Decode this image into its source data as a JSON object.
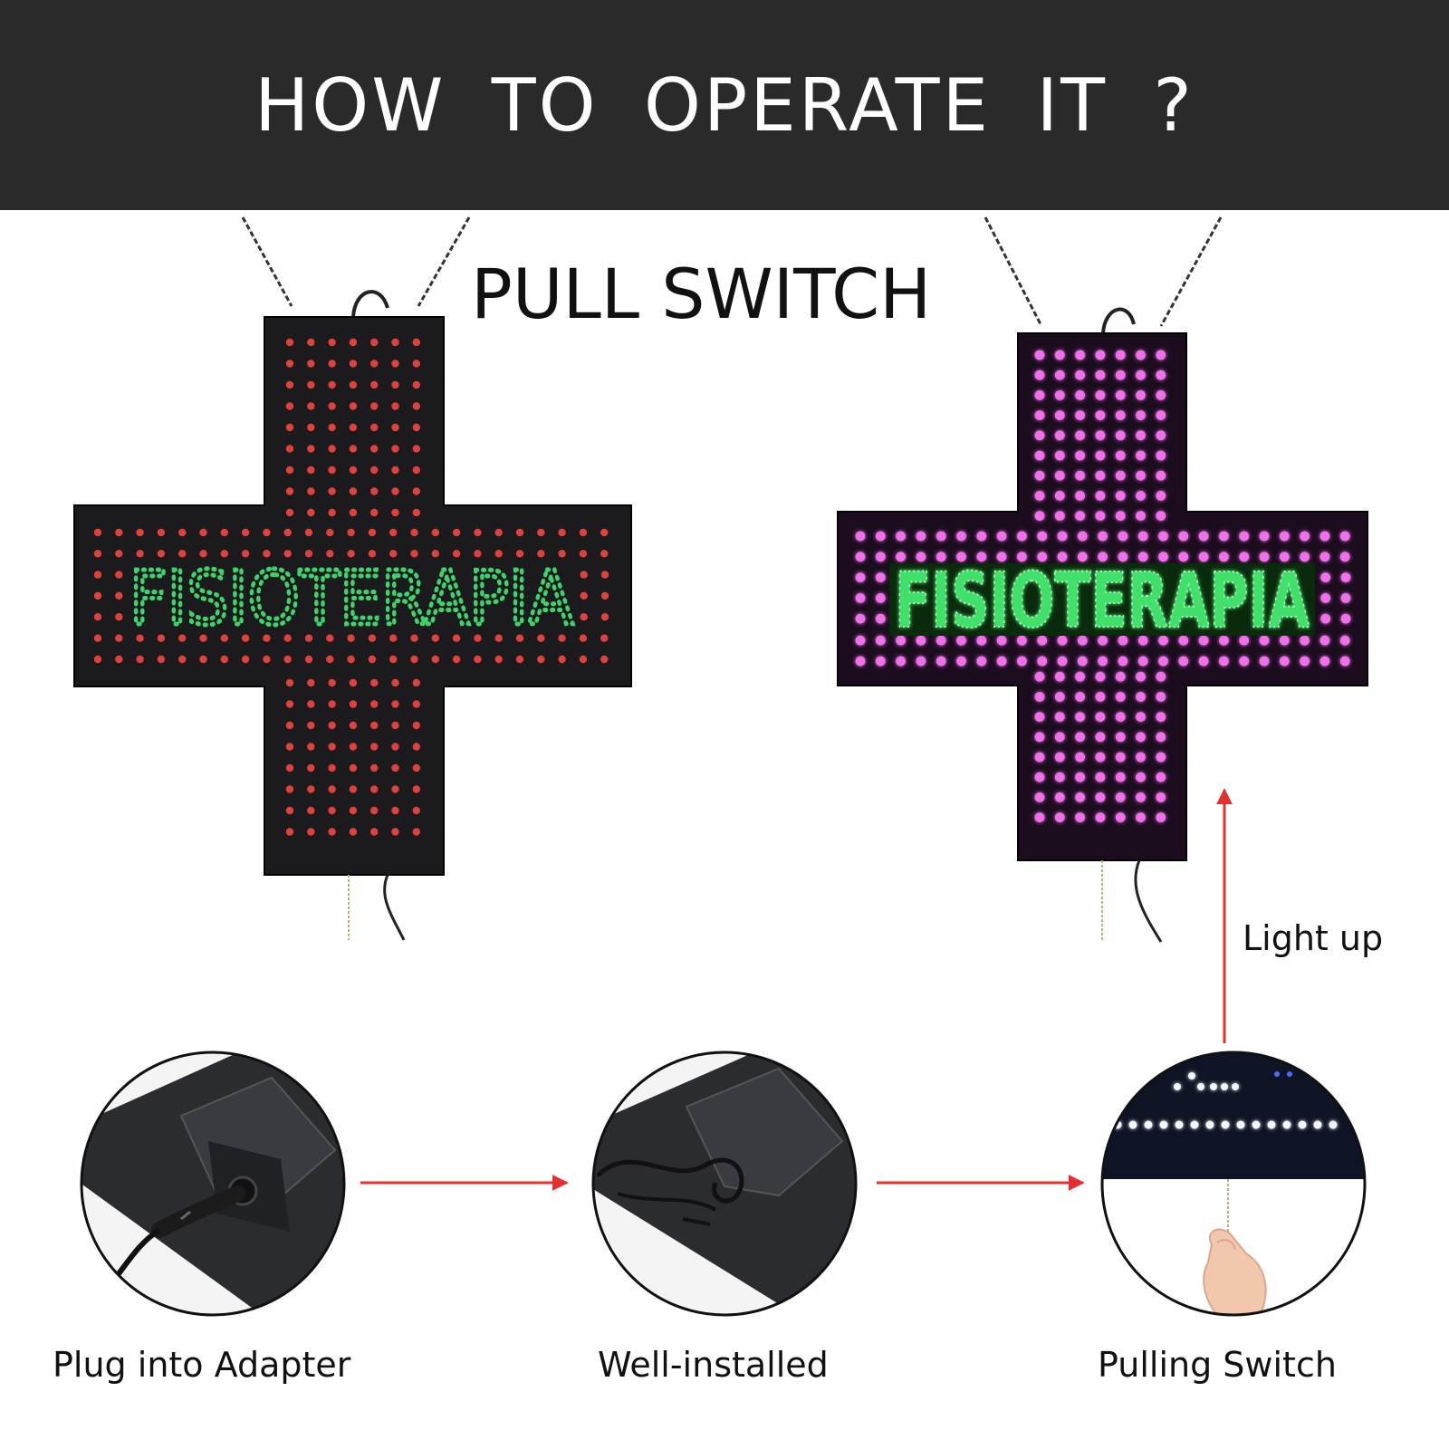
{
  "header": {
    "title": "HOW  TO  OPERATE  IT ?"
  },
  "section": {
    "title": "PULL SWITCH"
  },
  "signs": {
    "off": {
      "text": "FISIOTERAPIA"
    },
    "on": {
      "text": "FISIOTERAPIA"
    }
  },
  "steps": [
    {
      "label": "Plug into Adapter"
    },
    {
      "label": "Well-installed"
    },
    {
      "label": "Pulling Switch"
    }
  ],
  "result": {
    "label": "Light up"
  },
  "colors": {
    "banner": "#2a2a2a",
    "arrow": "#e53030",
    "led_off": "#e0403e",
    "led_on": "#f070ea",
    "text_led": "#3ed36a",
    "text_led_bright": "#3fe06a"
  }
}
